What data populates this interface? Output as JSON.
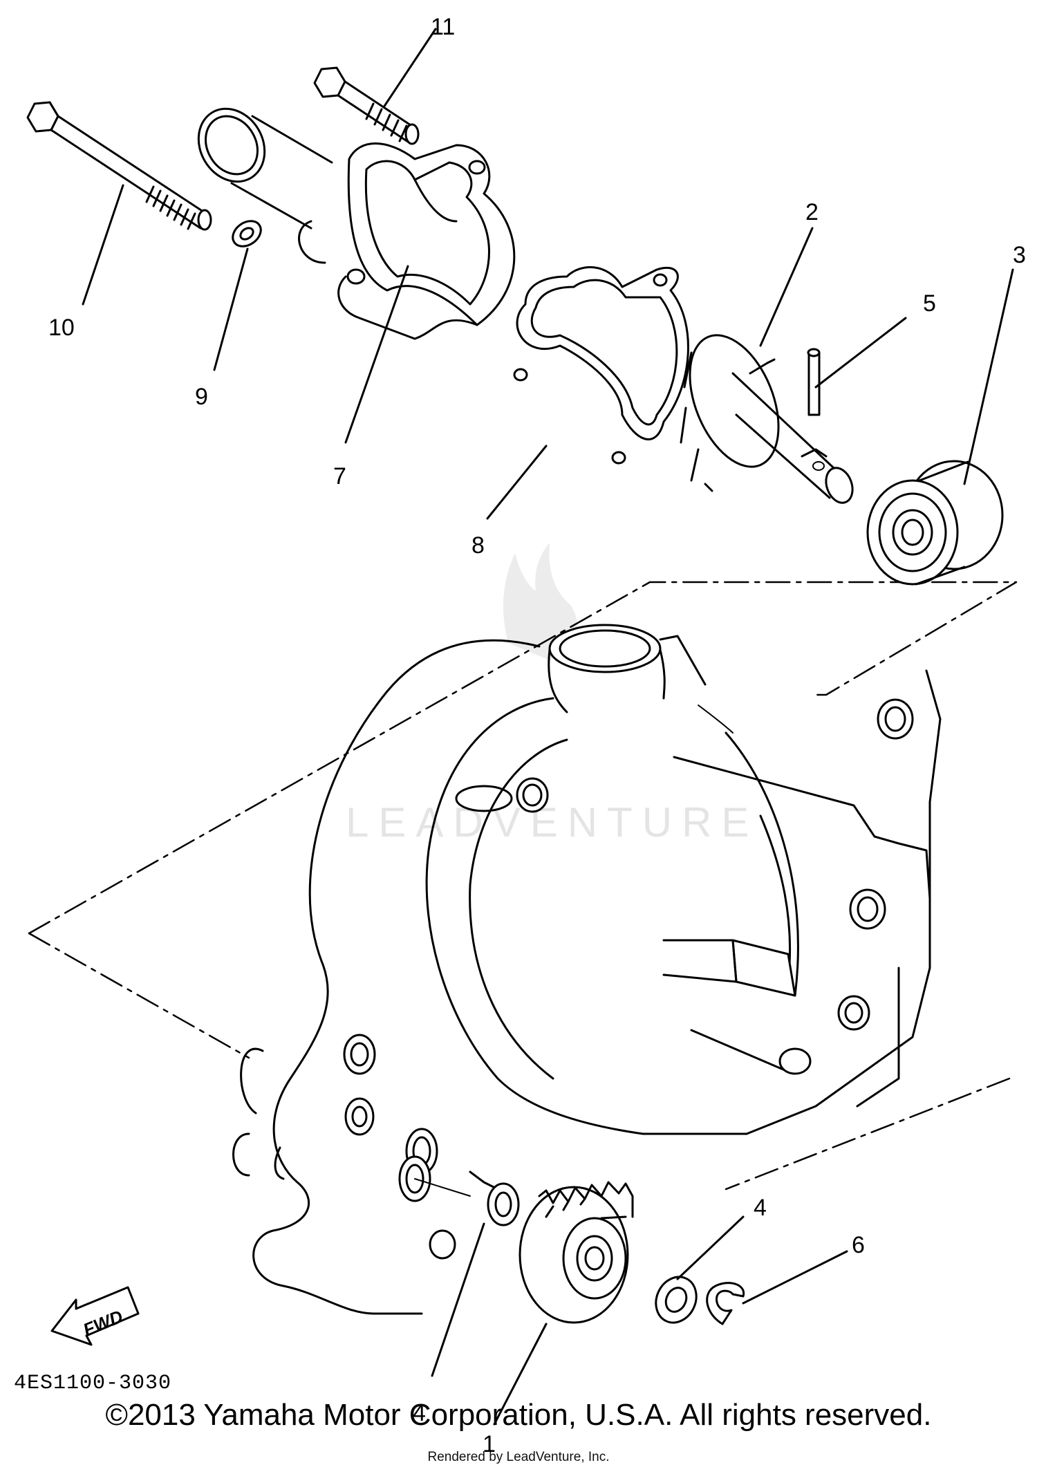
{
  "diagram": {
    "callouts": {
      "c1": "1",
      "c2": "2",
      "c3": "3",
      "c4a": "4",
      "c4b": "4",
      "c5": "5",
      "c6": "6",
      "c7": "7",
      "c8": "8",
      "c9": "9",
      "c10": "10",
      "c11": "11"
    },
    "diagram_code": "4ES1100-3030",
    "fwd_label": "FWD",
    "watermark": "LEADVENTURE"
  },
  "footer": {
    "copyright": "©2013 Yamaha Motor Corporation, U.S.A. All rights reserved.",
    "rendered_by": "Rendered by LeadVenture, Inc."
  }
}
